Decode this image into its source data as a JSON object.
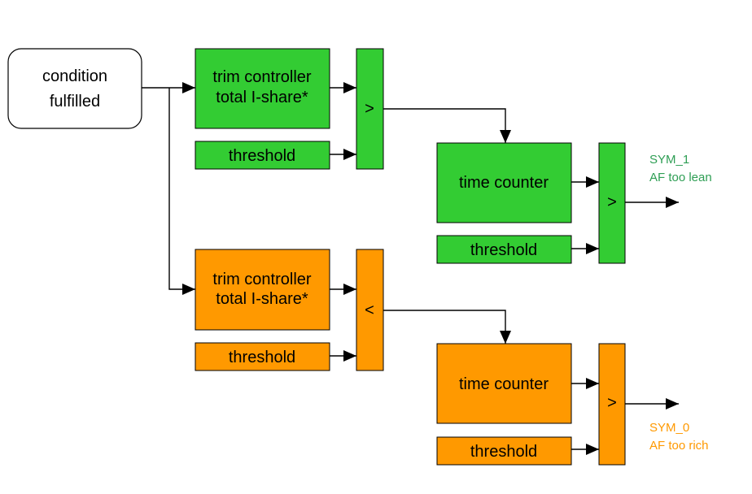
{
  "colors": {
    "green": "#33cc33",
    "orange": "#ff9900",
    "green_text": "#2e9e54",
    "orange_text": "#ff9900"
  },
  "start": {
    "line1": "condition",
    "line2": "fulfilled"
  },
  "upper": {
    "trim_line1": "trim controller",
    "trim_line2": "total I-share*",
    "threshold": "threshold",
    "comparator": ">",
    "time_counter": "time counter",
    "threshold2": "threshold",
    "comparator2": ">",
    "output_line1": "SYM_1",
    "output_line2": "AF too lean"
  },
  "lower": {
    "trim_line1": "trim controller",
    "trim_line2": "total I-share*",
    "threshold": "threshold",
    "comparator": "<",
    "time_counter": "time counter",
    "threshold2": "threshold",
    "comparator2": ">",
    "output_line1": "SYM_0",
    "output_line2": "AF too rich"
  }
}
